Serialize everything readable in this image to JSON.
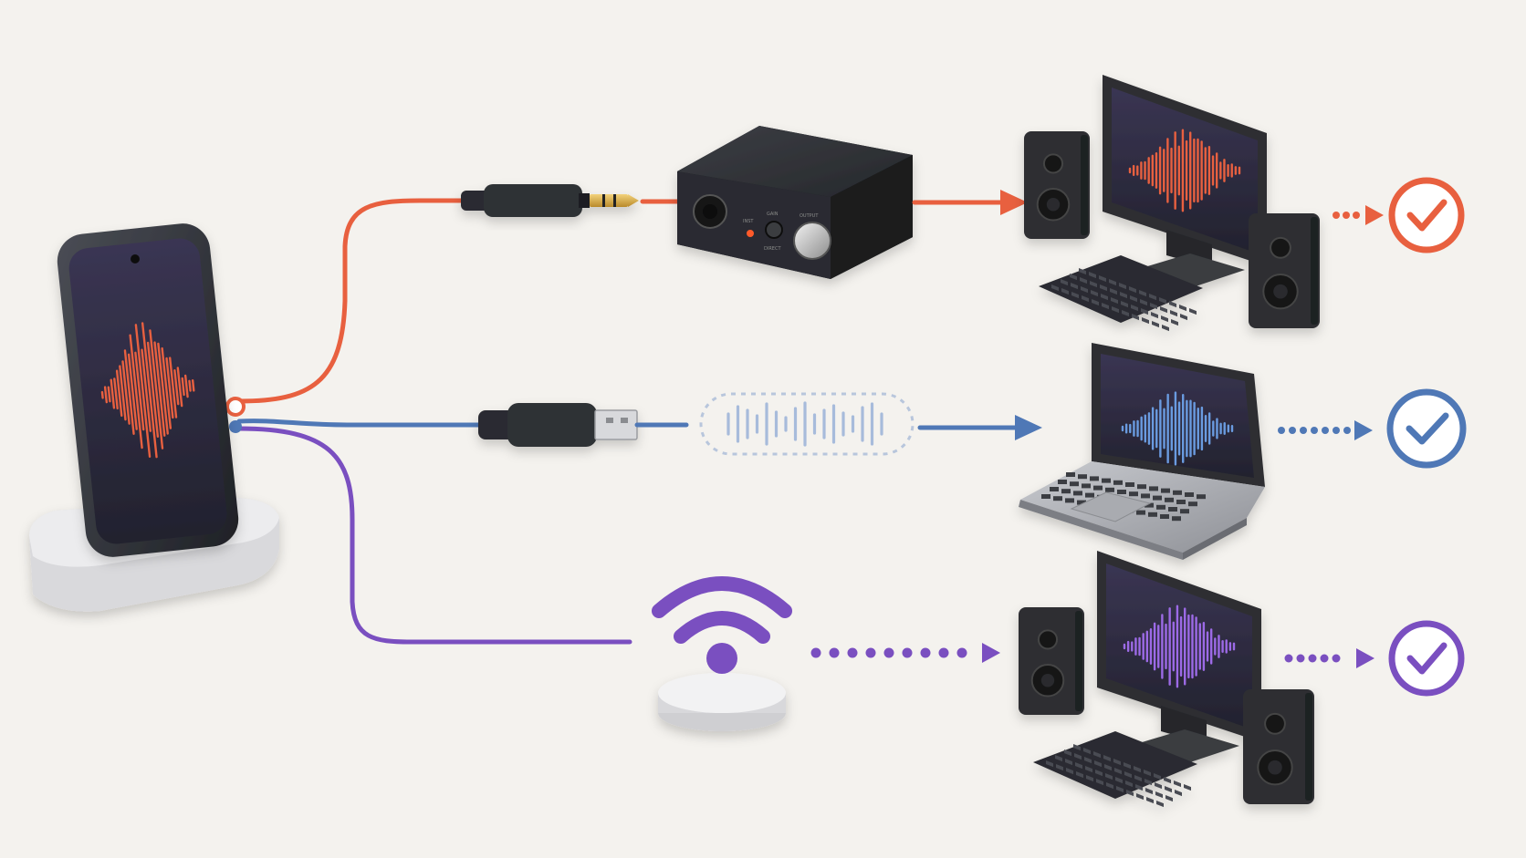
{
  "colors": {
    "background": "#f4f2ee",
    "analog": "#e8603f",
    "usb": "#4f78b6",
    "wireless": "#7a4fc0",
    "device_dark": "#2d2f33",
    "screen": "#2b2e3a"
  },
  "paths": [
    {
      "id": "analog",
      "connector": "3.5mm-jack-plug",
      "interface": "audio-interface",
      "target": "desktop-computer",
      "status": "success-check-icon"
    },
    {
      "id": "usb",
      "connector": "usb-a-plug",
      "interface": "digital-audio-signal",
      "target": "laptop-computer",
      "status": "success-check-icon"
    },
    {
      "id": "wireless",
      "connector": "wifi-icon",
      "interface": "wireless-hub",
      "target": "desktop-computer",
      "status": "success-check-icon"
    }
  ],
  "audio_interface": {
    "input_label": "INST",
    "gain_label": "GAIN",
    "direct_label": "DIRECT",
    "output_label": "OUTPUT"
  }
}
